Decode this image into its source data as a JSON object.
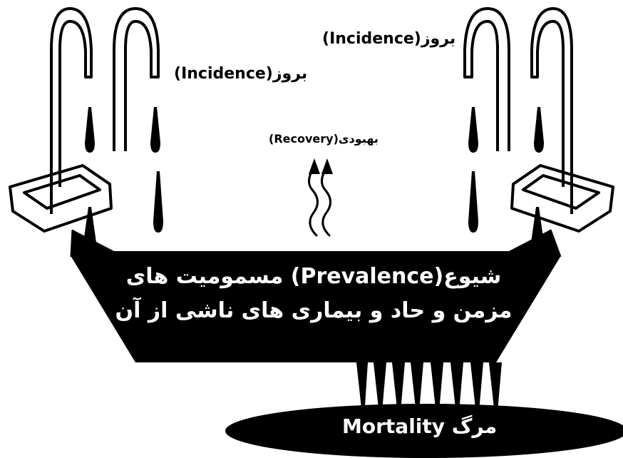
{
  "labels": {
    "incidence_right": "بروز(Incidence)",
    "incidence_left": "بروز(Incidence)",
    "recovery": "بهبودی(Recovery)",
    "prevalence_line1": "شیوع(Prevalence) مسمومیت های",
    "prevalence_line2": "مزمن و حاد و بیماری های ناشی از آن",
    "mortality": "مرگ  Mortality"
  },
  "colors": {
    "ink": "#000000",
    "background": "#ffffff",
    "basin_text": "#ffffff"
  },
  "icons": [
    "faucet-icon",
    "water-drop-icon",
    "wavy-up-arrow-icon",
    "bathtub-icon",
    "drain-pool-icon"
  ]
}
